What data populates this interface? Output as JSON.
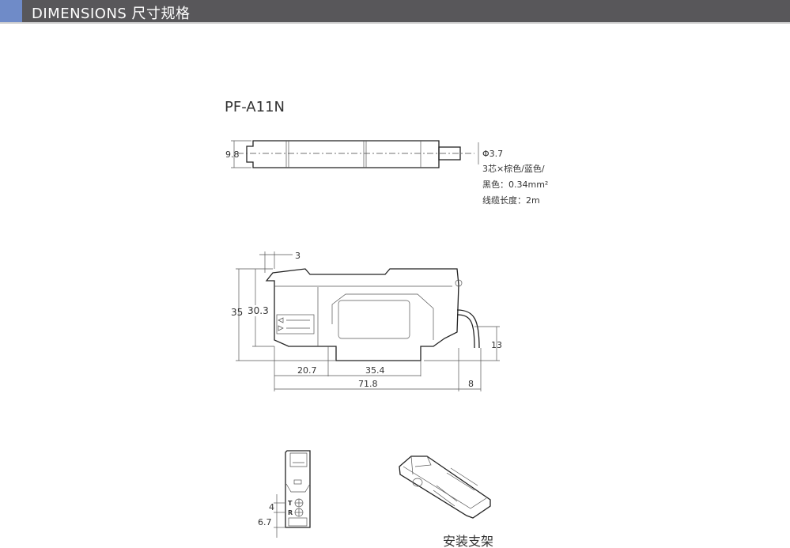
{
  "header": {
    "title": "DIMENSIONS 尺寸规格",
    "accent_color": "#6f8bc8",
    "bar_color": "#58575a"
  },
  "model": "PF-A11N",
  "top_view": {
    "height_dim": "9.8",
    "cable_diameter": "Φ3.7",
    "cable_note_1": "3芯×棕色/蓝色/",
    "cable_note_2": "黑色：0.34mm²",
    "cable_note_3": "线缆长度：2m"
  },
  "side_view": {
    "dim_hook": "3",
    "dim_total_height": "35",
    "dim_body_height": "30.3",
    "dim_cable_height": "13",
    "dim_left": "20.7",
    "dim_rail": "35.4",
    "dim_length": "71.8",
    "dim_cable": "8"
  },
  "front_view": {
    "label_t": "T",
    "label_r": "R",
    "dim_pitch": "4",
    "dim_bottom": "6.7"
  },
  "bracket": {
    "label": "安装支架"
  }
}
